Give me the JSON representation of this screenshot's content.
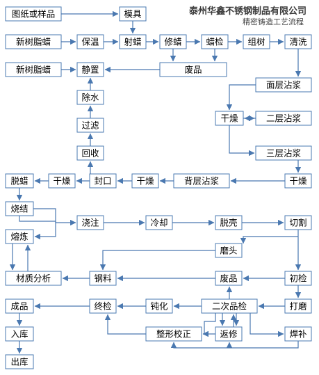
{
  "header": {
    "company": "泰州华鑫不锈钢制品有限公司",
    "subtitle": "精密铸造工艺流程"
  },
  "nodes": {
    "drawing": "图纸或样品",
    "mold": "模具",
    "new_wax_1": "新树脂蜡",
    "keep_warm": "保温",
    "inject_wax": "射蜡",
    "trim_wax": "修蜡",
    "wax_inspect": "蜡检",
    "assemble": "组树",
    "clean": "清洗",
    "new_wax_2": "新树脂蜡",
    "rest": "静置",
    "scrap_wax": "废品",
    "surface_coat": "面层沾浆",
    "dry_1": "干燥",
    "coat_2": "二层沾浆",
    "dewater": "除水",
    "filter": "过滤",
    "coat_3": "三层沾浆",
    "recover": "回收",
    "dewax": "脱蜡",
    "dry_4": "干燥",
    "seal": "封口",
    "dry_3": "干燥",
    "back_coat": "背层沾浆",
    "dry_2": "干燥",
    "sinter": "烧结",
    "pour": "浇注",
    "cool": "冷却",
    "deshell": "脱壳",
    "cut": "切割",
    "smelt": "熔炼",
    "grind_head": "磨头",
    "material_analysis": "材质分析",
    "steel": "钢料",
    "scrap_metal": "废品",
    "first_inspect": "初检",
    "finished": "成品",
    "final_inspect": "终检",
    "passivate": "钝化",
    "second_inspect": "二次品检",
    "polish": "打磨",
    "storage_in": "入库",
    "shape_correct": "整形校正",
    "rework": "返修",
    "weld_repair": "焊补",
    "storage_out": "出库"
  },
  "colors": {
    "box_border": "#4a78b0",
    "arrow": "#4a78b0",
    "text": "#000000"
  }
}
